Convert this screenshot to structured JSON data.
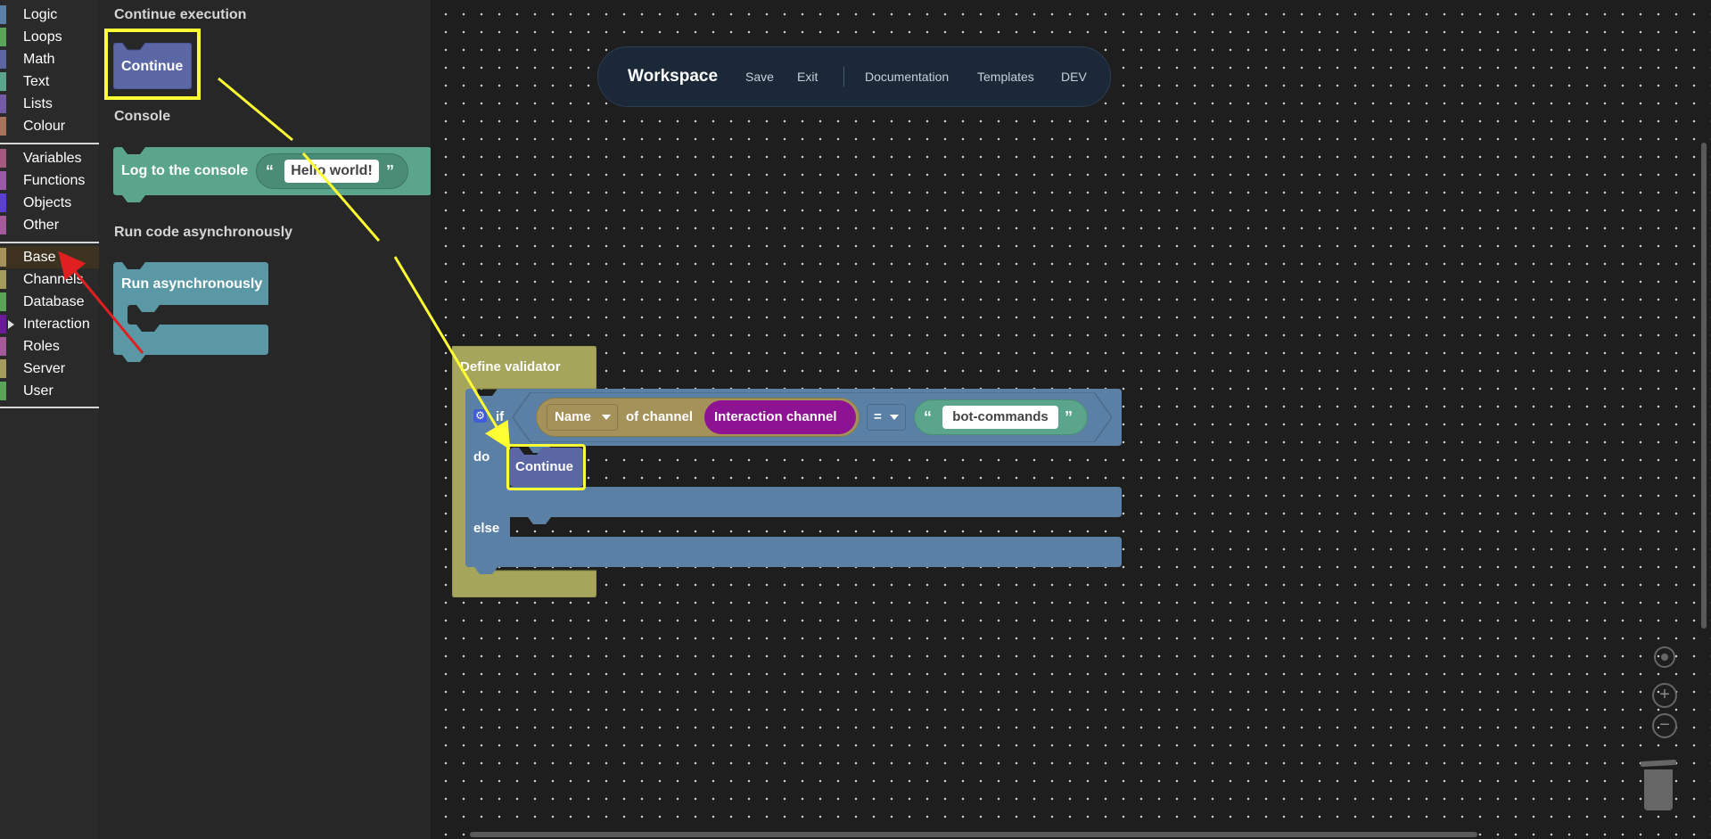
{
  "toolbox": {
    "categories": [
      {
        "label": "Logic",
        "color": "#5b80a5"
      },
      {
        "label": "Loops",
        "color": "#5ba55b"
      },
      {
        "label": "Math",
        "color": "#5b67a5"
      },
      {
        "label": "Text",
        "color": "#5ba58c"
      },
      {
        "label": "Lists",
        "color": "#745ba5"
      },
      {
        "label": "Colour",
        "color": "#a5745b"
      },
      {
        "label": "Variables",
        "color": "#a55b80"
      },
      {
        "label": "Functions",
        "color": "#995ba5"
      },
      {
        "label": "Objects",
        "color": "#5b3fd1"
      },
      {
        "label": "Other",
        "color": "#a55b99"
      },
      {
        "label": "Base",
        "color": "#a5925b"
      },
      {
        "label": "Channels",
        "color": "#a59a5b"
      },
      {
        "label": "Database",
        "color": "#5ba55b"
      },
      {
        "label": "Interaction",
        "color": "#6a1b9a"
      },
      {
        "label": "Roles",
        "color": "#a55b99"
      },
      {
        "label": "Server",
        "color": "#a59a5b"
      },
      {
        "label": "User",
        "color": "#5ba55b"
      }
    ]
  },
  "flyout": {
    "continue_title": "Continue execution",
    "continue_block": "Continue",
    "console_title": "Console",
    "log_block": "Log to the console",
    "log_text": "Hello world!",
    "async_title": "Run code asynchronously",
    "async_block": "Run asynchronously"
  },
  "nav": {
    "title": "Workspace",
    "save": "Save",
    "exit": "Exit",
    "documentation": "Documentation",
    "templates": "Templates",
    "dev": "DEV"
  },
  "workspace": {
    "define_block": "Define validator",
    "if_label": "if",
    "do_label": "do",
    "else_label": "else",
    "name_dropdown": "Name",
    "of_channel_label": "of channel",
    "interaction_channel": "Interaction channel",
    "operator": "=",
    "text_value": "bot-commands",
    "continue_block": "Continue"
  },
  "colors": {
    "logic": "#5b80a5",
    "text": "#5ba58c",
    "math": "#5b67a5",
    "base": "#a5a55b",
    "channel": "#a5925b",
    "interaction": "#8e1393",
    "highlight": "#ffff33",
    "annotation_red": "#e02020"
  }
}
